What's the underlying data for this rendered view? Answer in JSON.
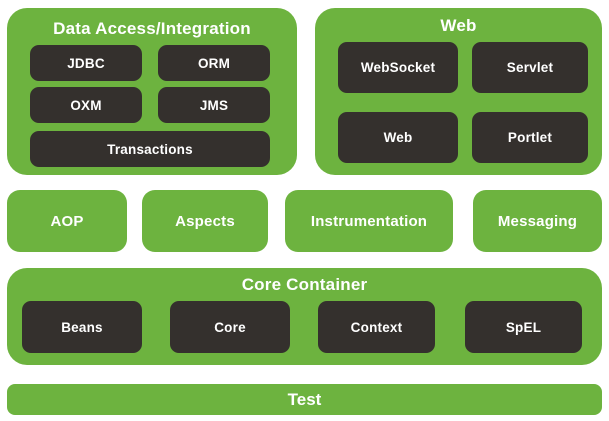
{
  "colors": {
    "green": "#6db33f",
    "dark": "#34302d",
    "text": "#ffffff",
    "background": "#ffffff"
  },
  "diagram": {
    "data_access": {
      "title": "Data Access/Integration",
      "modules": [
        "JDBC",
        "ORM",
        "OXM",
        "JMS",
        "Transactions"
      ]
    },
    "web": {
      "title": "Web",
      "modules": [
        "WebSocket",
        "Servlet",
        "Web",
        "Portlet"
      ]
    },
    "middle_row": [
      "AOP",
      "Aspects",
      "Instrumentation",
      "Messaging"
    ],
    "core_container": {
      "title": "Core Container",
      "modules": [
        "Beans",
        "Core",
        "Context",
        "SpEL"
      ]
    },
    "test": {
      "title": "Test"
    }
  }
}
